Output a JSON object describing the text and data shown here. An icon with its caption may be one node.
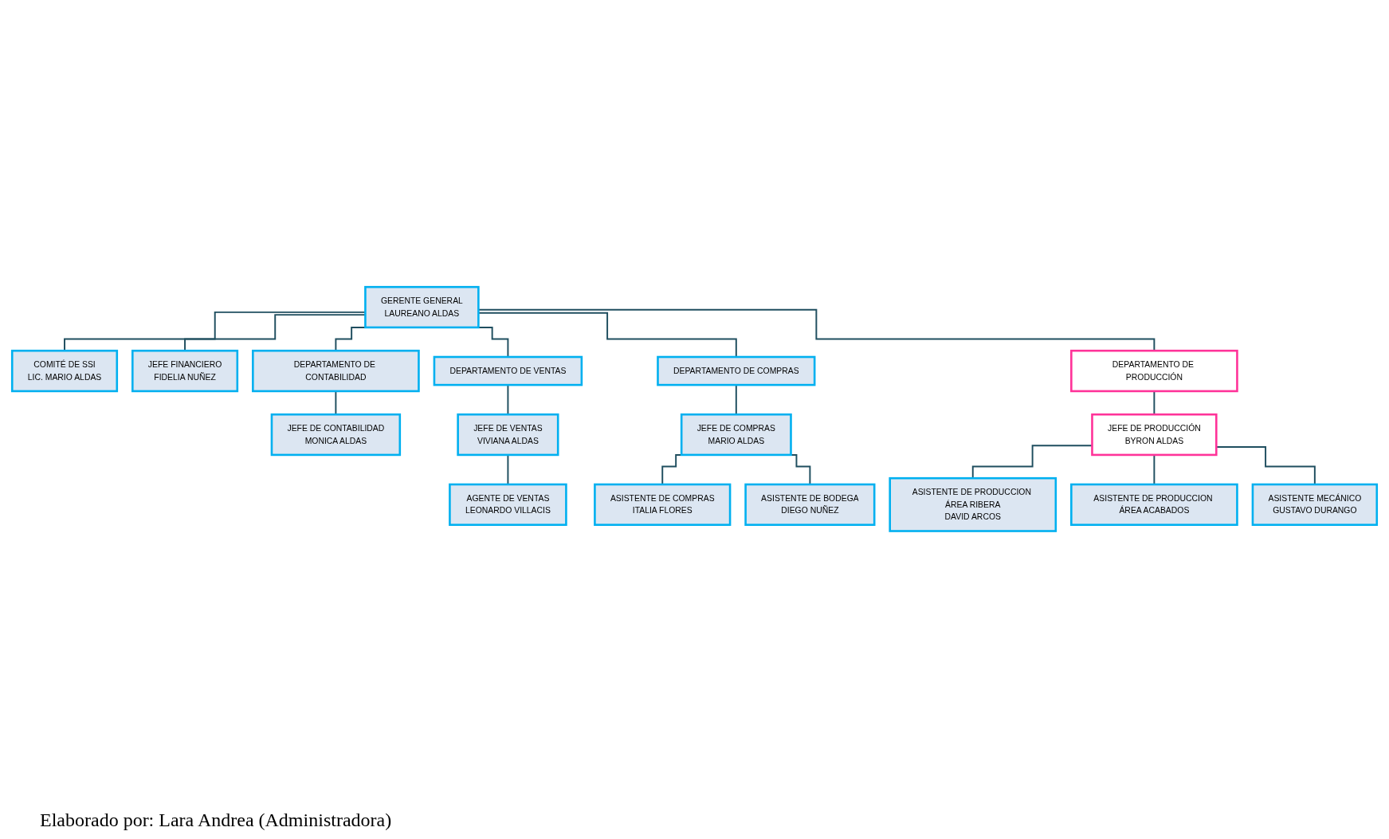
{
  "diagram": {
    "caption": "Elaborado por: Lara Andrea (Administradora)",
    "nodes": [
      {
        "text": [
          "GERENTE GENERAL",
          "LAUREANO ALDAS"
        ]
      },
      {
        "text": [
          "COMITÉ DE SSI",
          "LIC. MARIO ALDAS"
        ]
      },
      {
        "text": [
          "JEFE FINANCIERO",
          "FIDELIA NUÑEZ"
        ]
      },
      {
        "text": [
          "DEPARTAMENTO DE CONTABILIDAD"
        ]
      },
      {
        "text": [
          "DEPARTAMENTO DE VENTAS"
        ]
      },
      {
        "text": [
          "DEPARTAMENTO DE COMPRAS"
        ]
      },
      {
        "text": [
          "DEPARTAMENTO DE PRODUCCIÓN"
        ]
      },
      {
        "text": [
          "JEFE DE CONTABILIDAD",
          "MONICA ALDAS"
        ]
      },
      {
        "text": [
          "JEFE DE VENTAS",
          "VIVIANA ALDAS"
        ]
      },
      {
        "text": [
          "AGENTE DE VENTAS",
          "LEONARDO VILLACIS"
        ]
      },
      {
        "text": [
          "JEFE DE COMPRAS",
          "MARIO ALDAS"
        ]
      },
      {
        "text": [
          "ASISTENTE DE COMPRAS",
          "ITALIA FLORES"
        ]
      },
      {
        "text": [
          "ASISTENTE DE BODEGA",
          "DIEGO NUÑEZ"
        ]
      },
      {
        "text": [
          "JEFE DE PRODUCCIÓN",
          "BYRON ALDAS"
        ]
      },
      {
        "text": [
          "ASISTENTE DE PRODUCCION ÁREA RIBERA",
          "DAVID ARCOS"
        ]
      },
      {
        "text": [
          "ASISTENTE DE PRODUCCION ÁREA ACABADOS"
        ]
      },
      {
        "text": [
          "ASISTENTE MECÁNICO",
          "GUSTAVO DURANGO"
        ]
      }
    ],
    "edges": [
      {
        "from": 0,
        "to": 1,
        "arrow": "none"
      },
      {
        "from": 0,
        "to": 2,
        "arrow": "none"
      },
      {
        "from": 0,
        "to": 3,
        "arrow": "none"
      },
      {
        "from": 0,
        "to": 4,
        "arrow": "none"
      },
      {
        "from": 0,
        "to": 5,
        "arrow": "none"
      },
      {
        "from": 0,
        "to": 6,
        "arrow": "none"
      },
      {
        "from": 3,
        "to": 7,
        "arrow": "none"
      },
      {
        "from": 4,
        "to": 8,
        "arrow": "none"
      },
      {
        "from": 8,
        "to": 9,
        "arrow": "none"
      },
      {
        "from": 5,
        "to": 10,
        "arrow": "none"
      },
      {
        "from": 10,
        "to": 11,
        "arrow": "none"
      },
      {
        "from": 10,
        "to": 12,
        "arrow": "none"
      },
      {
        "from": 6,
        "to": 13,
        "arrow": "none"
      },
      {
        "from": 13,
        "to": 14,
        "arrow": "none"
      },
      {
        "from": 13,
        "to": 15,
        "arrow": "none"
      },
      {
        "from": 13,
        "to": 16,
        "arrow": "none"
      }
    ]
  }
}
